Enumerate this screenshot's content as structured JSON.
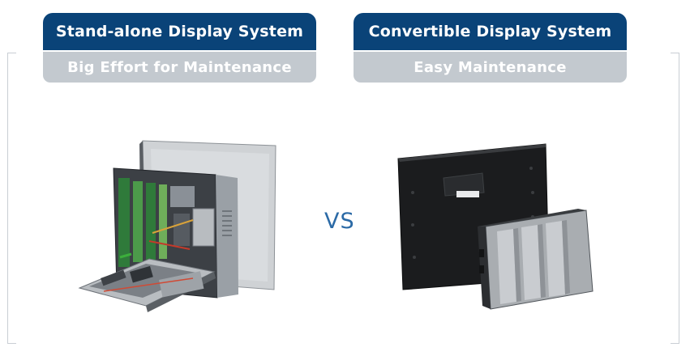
{
  "left_panel": {
    "title": "Stand-alone Display System",
    "subtitle": "Big Effort for Maintenance",
    "image_label": "standalone-display-system-photo"
  },
  "right_panel": {
    "title": "Convertible Display System",
    "subtitle": "Easy Maintenance",
    "image_label": "convertible-display-system-photo"
  },
  "comparison_label": "VS",
  "colors": {
    "title_bar": "#0a4378",
    "subtitle_bar": "#c3c9cf",
    "vs_text": "#2b6aa6",
    "bracket": "#c9ced4"
  }
}
